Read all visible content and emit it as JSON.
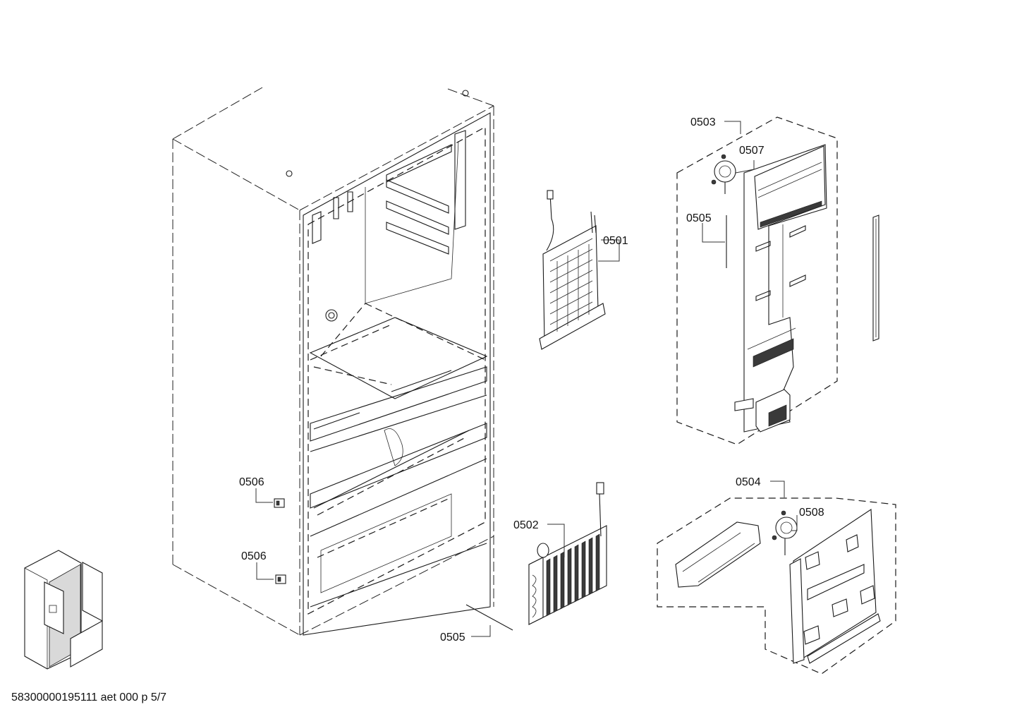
{
  "diagram": {
    "type": "exploded parts diagram",
    "subject": "refrigerator cabinet, evaporators, air ducts and fans",
    "callouts": [
      {
        "id": "c1",
        "text": "0501",
        "part": "evaporator (upper)"
      },
      {
        "id": "c2",
        "text": "0502",
        "part": "evaporator (lower)"
      },
      {
        "id": "c3",
        "text": "0503",
        "part": "air duct panel assembly (fridge)"
      },
      {
        "id": "c4",
        "text": "0504",
        "part": "air duct assembly (freezer)"
      },
      {
        "id": "c5",
        "text": "0505",
        "part": "temperature sensor (upper)"
      },
      {
        "id": "c6",
        "text": "0505",
        "part": "temperature sensor (lower)"
      },
      {
        "id": "c7",
        "text": "0506",
        "part": "clip (upper)"
      },
      {
        "id": "c8",
        "text": "0506",
        "part": "clip (lower)"
      },
      {
        "id": "c9",
        "text": "0507",
        "part": "fan (fridge)"
      },
      {
        "id": "c10",
        "text": "0508",
        "part": "fan (freezer)"
      }
    ]
  },
  "footer": {
    "text": "58300000195111 aet 000 p 5/7"
  }
}
